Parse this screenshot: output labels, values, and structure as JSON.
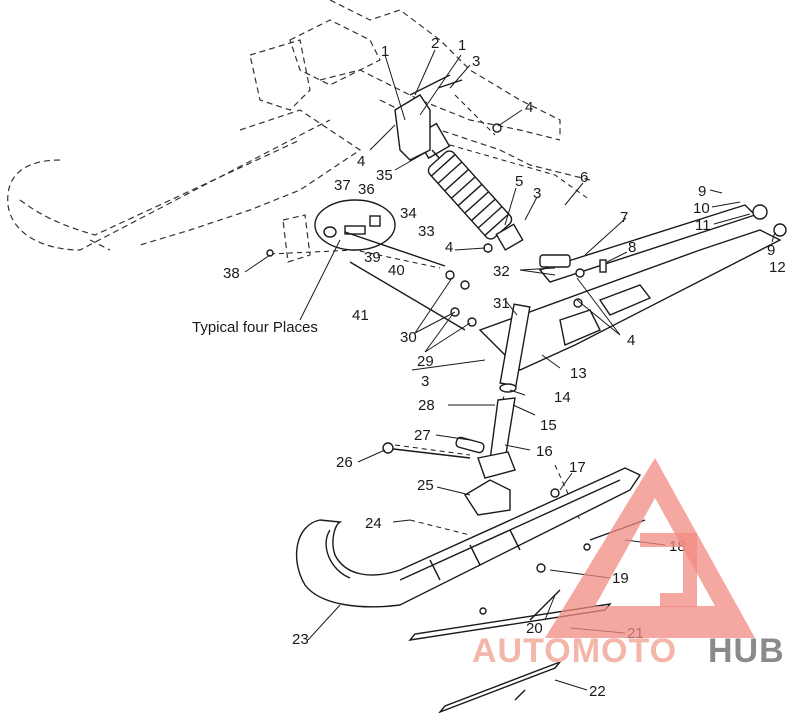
{
  "diagram": {
    "note": "Typical four Places",
    "callouts": [
      "1",
      "2",
      "1",
      "3",
      "4",
      "4",
      "35",
      "5",
      "6",
      "3",
      "37",
      "36",
      "34",
      "33",
      "4",
      "7",
      "8",
      "9",
      "10",
      "11",
      "9",
      "12",
      "38",
      "39",
      "40",
      "32",
      "41",
      "31",
      "4",
      "30",
      "29",
      "3",
      "13",
      "28",
      "14",
      "15",
      "27",
      "16",
      "26",
      "17",
      "25",
      "18",
      "24",
      "19",
      "20",
      "21",
      "23",
      "22"
    ]
  },
  "watermark": {
    "part1": "AUTOMOTO",
    "part2": "HUB",
    "colors": {
      "auto": "#f3b6a9",
      "hub": "#8a8a8a",
      "triangle": "#f28b82"
    }
  }
}
